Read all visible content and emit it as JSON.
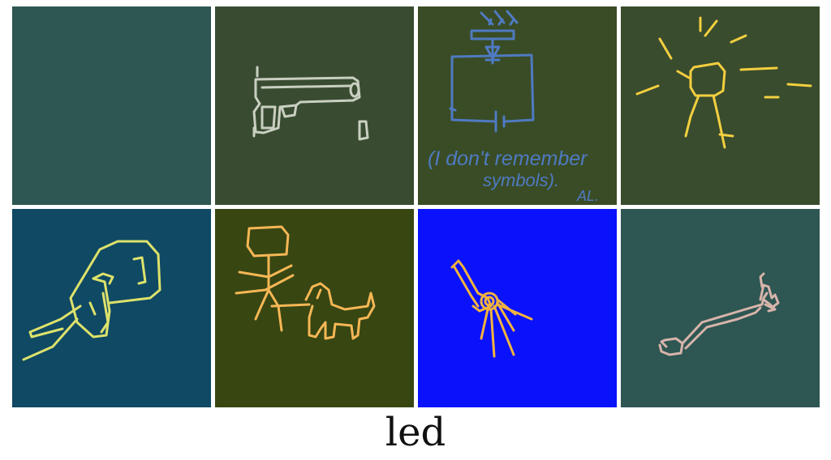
{
  "caption": "led",
  "drawings": [
    {
      "id": "empty",
      "background": "#2e5652",
      "stroke": ""
    },
    {
      "id": "pistol",
      "background": "#394c31",
      "stroke": "#c9cfc1"
    },
    {
      "id": "circuit",
      "background": "#394c25",
      "stroke": "#4f7ac2",
      "handwriting": "(I don't remember symbols).",
      "initials": "AL"
    },
    {
      "id": "sun-figure",
      "background": "#394c2e",
      "stroke": "#f3cf3f"
    },
    {
      "id": "flashlight",
      "background": "#0f4964",
      "stroke": "#dde26b"
    },
    {
      "id": "person-and-dog",
      "background": "#384612",
      "stroke": "#f6b755"
    },
    {
      "id": "light-beam",
      "background": "#0a11fb",
      "stroke": "#f2b33e"
    },
    {
      "id": "arm-reaching",
      "background": "#2e5652",
      "stroke": "#d7b4ab"
    }
  ]
}
